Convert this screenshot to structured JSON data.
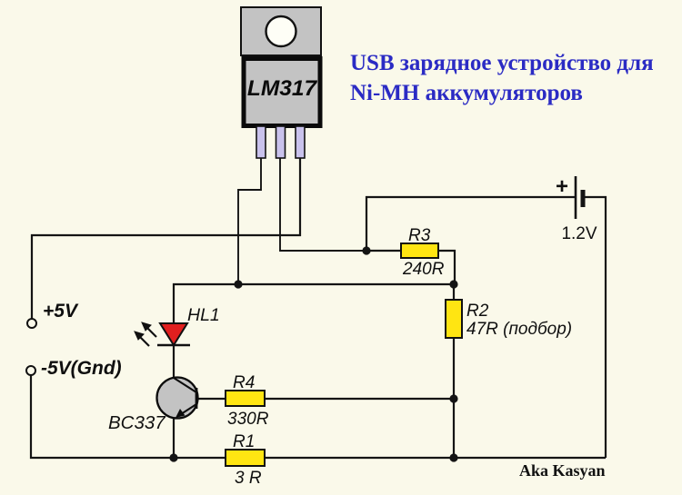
{
  "title": {
    "line1": "USB зарядное устройство для",
    "line2": "Ni-MH аккумуляторов",
    "color": "#2B2BC4"
  },
  "signature": {
    "text": "Aka Kasyan"
  },
  "regulator": {
    "part_label": "LM317"
  },
  "battery": {
    "polarity": "+",
    "voltage": "1.2V"
  },
  "terminals": {
    "positive_label": "+5V",
    "negative_label": "-5V(Gnd)"
  },
  "led": {
    "designator": "HL1"
  },
  "transistor": {
    "designator": "BC337"
  },
  "resistors": {
    "r3": {
      "designator": "R3",
      "value": "240R"
    },
    "r2": {
      "designator": "R2",
      "value": "47R (подбор)"
    },
    "r4": {
      "designator": "R4",
      "value": "330R"
    },
    "r1": {
      "designator": "R1",
      "value": "3 R"
    }
  },
  "colors": {
    "background": "#FAF9EA",
    "wire": "#141414",
    "resistor_fill": "#FFE512",
    "component_gray": "#C3C3C3",
    "lead_lavender": "#C9C2EC",
    "hole_white": "#FEFEF6",
    "led_red": "#E11F1F"
  }
}
